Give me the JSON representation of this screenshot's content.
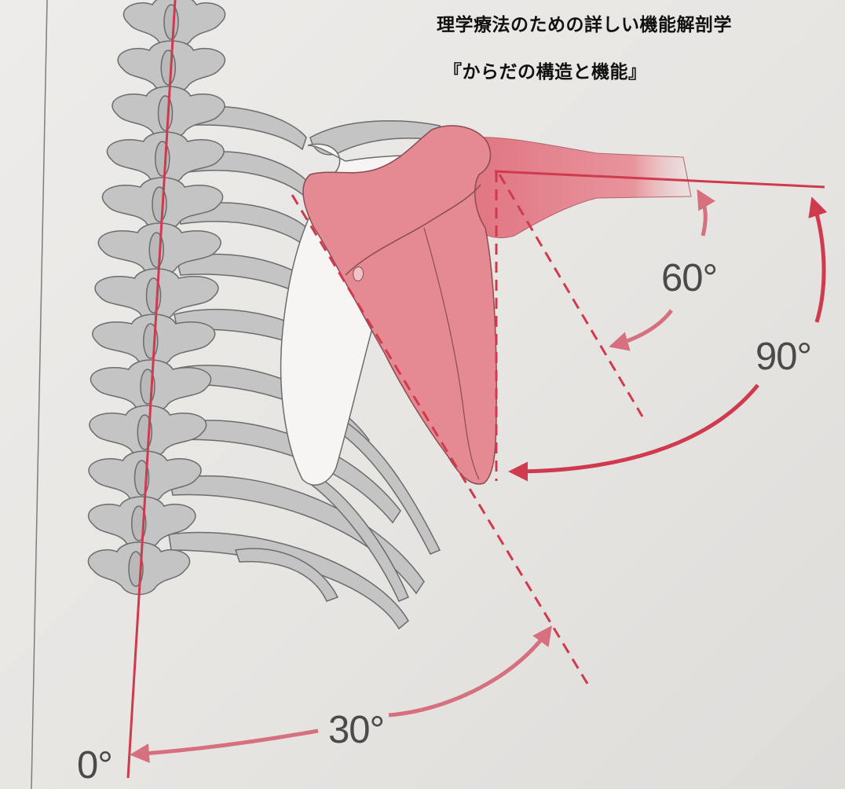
{
  "caption": {
    "book_title": "理学療法のための詳しい機能解剖学",
    "subtitle": "『からだの構造と機能』"
  },
  "angles": {
    "vertical": "0°",
    "scapula_tilt": "30°",
    "arm_60": "60°",
    "arm_90": "90°"
  },
  "colors": {
    "bone_fill": "#c4c4c4",
    "bone_outline": "#6c6c6c",
    "scapula_fill": "#e58a92",
    "reference_line": "#cf3a4e",
    "arrow": "#d7707e",
    "angle_text": "#4a4a4a",
    "page": "#eae8e5"
  }
}
